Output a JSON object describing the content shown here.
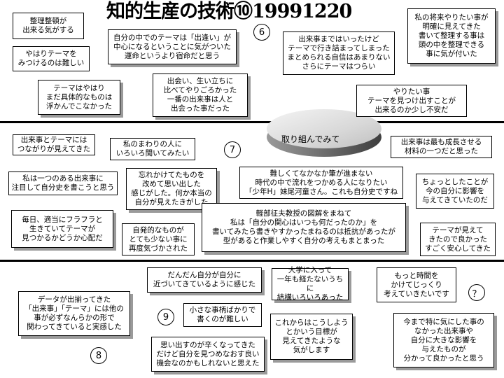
{
  "title": "知的生産の技術⑩19991220",
  "center_label": "取り組んでみて",
  "section_numbers": {
    "s6": "6",
    "s7": "7",
    "s8": "8",
    "s9": "9",
    "q": "？"
  },
  "notes": {
    "n01": "整理整頓が\n出来る気がする",
    "n02": "やはりテーマを\nみつけるのは難しい",
    "n03": "自分の中でのテーマは「出逢い」が\n中心になるということに気がついた\n運命というより宿命だと思う",
    "n04": "出来事まではいったけど\nテーマで行き詰まってしまった\nまとめられる自信はあまりない\nさらにテーマはつらい",
    "n05": "私の将来やりたい事が\n明確に見えてきた\n書いて整理する事は\n頭の中を整理できる\n事に気が付いた",
    "n06": "テーマはやはり\nまだ具体的なものは\n浮かんでこなかった",
    "n07": "出会い、生い立ちに\n比べてやりごろかった\n一番の出来事は人と\n出会った事だった",
    "n08": "やりたい事\nテーマを見つけ出すことが\n出来るのか少し不安だ",
    "n09": "出来事とテーマには\nつながりが見えてきた",
    "n10": "私のまわりの人に\nいろいろ聞いてみたい",
    "n11": "出来事は最も成長させる\n材料の一つだと思った",
    "n12": "私は一つのある出来事に\n注目して自分史を書こうと思う",
    "n13": "忘れかけてたものを\n改めて思い出した\n感じがした。何か本当の\n自分が見えたきがした",
    "n14": "難しくてなかなか筆が進まない\n時代の中で流れをつかめる人になりたい\n「少年H」妹尾河童さん。これも自分史ですね",
    "n15": "ちょっとしたことが\n今の自分に影響を\n与えてきていたのだ",
    "n16": "毎日、適当にフラフラと\n生きていてテーマが\n見つかるかどうか心配だ",
    "n17": "自発的なものが\nとても少ない事に\n再度気づかされた",
    "n18": "軽部征夫教授の図解をまねて\n私は「自分の関心はいつも何だったのか」を\n書いてみたら書きやすかったまねるのは抵抗があったが\n型があると作業しやすく自分の考えもまとまった",
    "n19": "テーマが見えて\nきたので良かった\nすごく安心してきた",
    "n20": "だんだん自分が自分に\n近づいてきているように感じた",
    "n21": "大学に入って\n一年も経たないうちに\n結構いろいろあった",
    "n22": "もっと時間を\nかけてじっくり\n考えていきたいです",
    "n23": "データが出揃ってきた\n「出来事」「テーマ」には他の\n事が必ずなんらかの形で\n関わってきていると実感した",
    "n24": "小さな事柄ばかりで\n書くのが難しい",
    "n25": "これからはこうしよう\nとかいう目標が\n見えてきたような\n気がします",
    "n26": "今まで特に気にした事の\nなかった出来事や\n自分に大きな影響を\n与えたものが\n分かって良かったと思う",
    "n27": "思い出すのが辛くなってきた\nだけど自分を見つめなおす良い\n機会なのかもしれないと思えた"
  }
}
